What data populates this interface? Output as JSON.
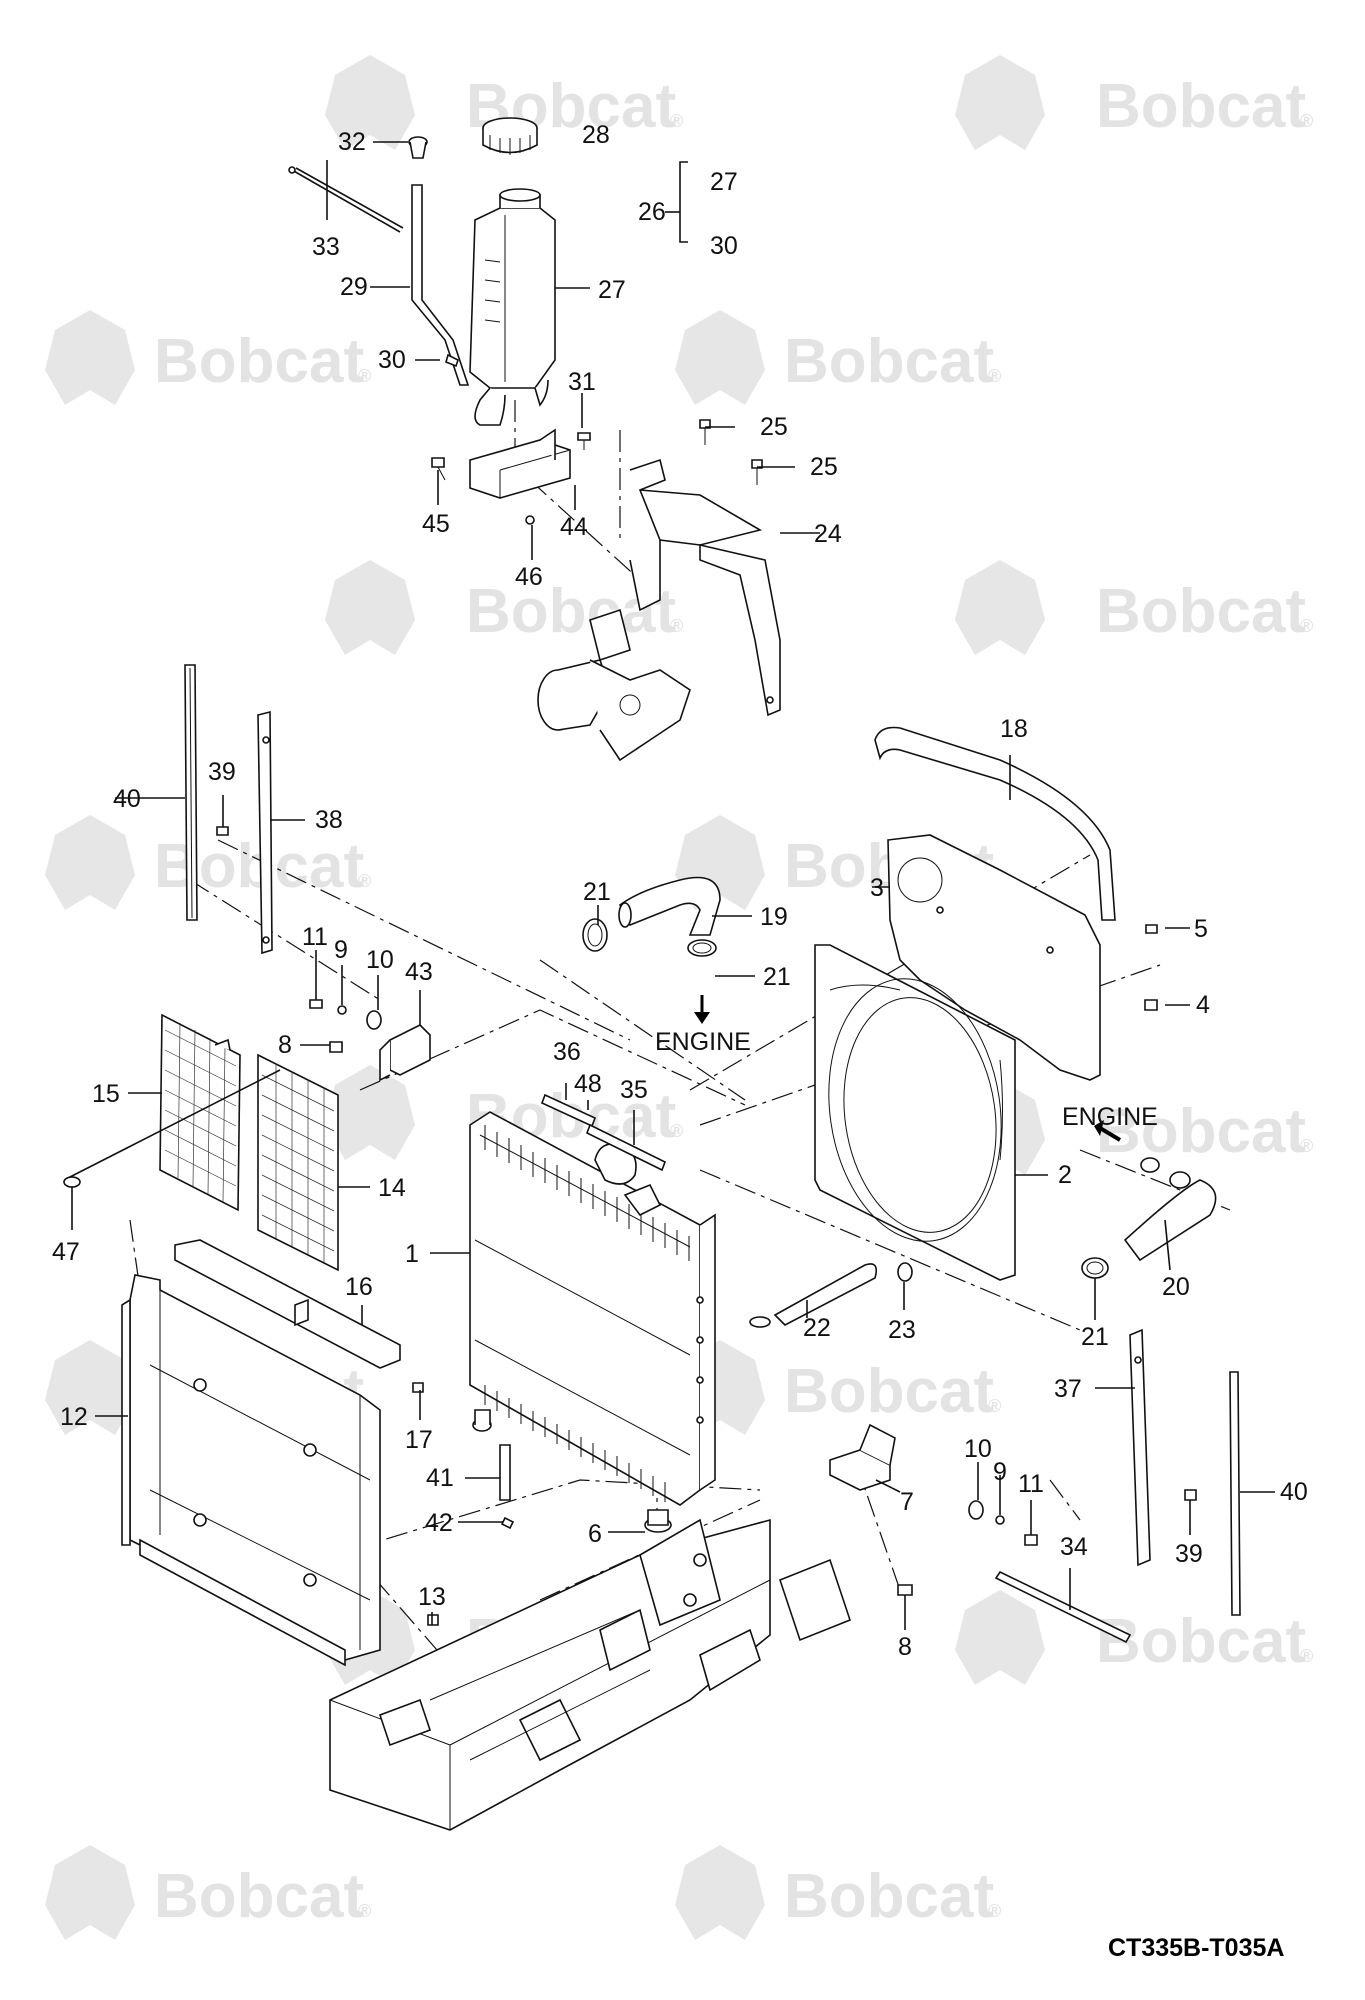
{
  "figure_code": "CT335B-T035A",
  "watermark_text": "Bobcat",
  "watermark_mark": "®",
  "engine_label": "ENGINE",
  "callouts": {
    "c1": "1",
    "c2": "2",
    "c3": "3",
    "c4": "4",
    "c5": "5",
    "c6": "6",
    "c7": "7",
    "c8a": "8",
    "c8b": "8",
    "c9a": "9",
    "c9b": "9",
    "c10a": "10",
    "c10b": "10",
    "c11a": "11",
    "c11b": "11",
    "c12": "12",
    "c13": "13",
    "c14": "14",
    "c15": "15",
    "c16": "16",
    "c17": "17",
    "c18": "18",
    "c19": "19",
    "c20": "20",
    "c21a": "21",
    "c21b": "21",
    "c21c": "21",
    "c22": "22",
    "c23": "23",
    "c24": "24",
    "c25a": "25",
    "c25b": "25",
    "c26": "26",
    "c27a": "27",
    "c27b": "27",
    "c28": "28",
    "c29": "29",
    "c30a": "30",
    "c30b": "30",
    "c31": "31",
    "c32": "32",
    "c33": "33",
    "c34": "34",
    "c35": "35",
    "c36": "36",
    "c37": "37",
    "c38": "38",
    "c39a": "39",
    "c39b": "39",
    "c40a": "40",
    "c40b": "40",
    "c41": "41",
    "c42": "42",
    "c43": "43",
    "c44": "44",
    "c45": "45",
    "c46": "46",
    "c47": "47",
    "c48": "48"
  }
}
